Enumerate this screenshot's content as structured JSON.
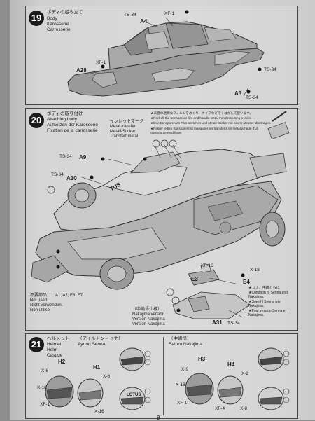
{
  "step19": {
    "number": "19",
    "title_jp": "ボディの組み立て",
    "title_en": "Body",
    "title_de": "Karosserie",
    "title_fr": "Carrosserie",
    "parts": {
      "a4": "A4",
      "a28": "A28",
      "a3": "A3",
      "ts34a": "TS-34",
      "ts34b": "TS-34",
      "ts34c": "TS-34",
      "xf1a": "XF-1",
      "xf1b": "XF-1"
    }
  },
  "step20": {
    "number": "20",
    "title_jp": "ボディの取り付け",
    "title_en": "Attaching body",
    "title_de": "Aufsetzen der Karosserie",
    "title_fr": "Fixation de la carrosserie",
    "inlet_jp": "インレットマーク",
    "inlet_en": "Metal transfer",
    "inlet_de": "Metall-Sticker",
    "inlet_fr": "Transfert métal",
    "note_jp": "★表面の透明なフィルムをめくり、ナイフなどで十はがして使います。",
    "note_en": "★Peel off the transparent film and handle metal transfers using a knife.",
    "note_de": "★Den transparenten Film abziehen und Metall-Sticker mit einem Messer übertragen.",
    "note_fr": "★Retirer le film transparent et manipuler les transferts en métal à l'aide d'un couteau de modéliste.",
    "parts": {
      "a9": "A9",
      "a10": "A10",
      "e3": "E3",
      "e4": "E4",
      "a31": "A31",
      "ts34a": "TS-34",
      "ts34b": "TS-34",
      "ts34c": "TS-34",
      "xf16": "XF-16",
      "x18": "X-18",
      "decal": "TUS"
    },
    "unused_jp": "不要部品……A1, A2, E6, E7",
    "unused_en": "Not used.",
    "unused_de": "Nicht verwenden.",
    "unused_fr": "Non utilisé.",
    "nak_jp": "（中嶋悟仕様）",
    "nak_en": "Nakajima version",
    "nak_de": "Version Nakajima",
    "nak_fr": "Version Nakajima",
    "senna_jp": "★セナ、中嶋ともに",
    "senna_en": "★Common to Senna and Nakajima.",
    "senna_de": "★Sowohl Senna wie Nakajima.",
    "senna_fr": "★Pour version Senna et Nakajima."
  },
  "step21": {
    "number": "21",
    "title_jp": "ヘルメット",
    "title_en": "Helmet",
    "title_de": "Helm",
    "title_fr": "Casque",
    "senna_jp": "（アイルトン・セナ）",
    "senna_en": "Ayrton Senna",
    "nakajima_jp": "（中嶋悟）",
    "nakajima_en": "Satoru Nakajima",
    "parts": {
      "h1": "H1",
      "h2": "H2",
      "h3": "H3",
      "h4": "H4",
      "x6a": "X-6",
      "x6b": "X-6",
      "x18a": "X-18",
      "x18b": "X-18",
      "xf1a": "XF-1",
      "xf1b": "XF-1",
      "x16": "X-16",
      "x2": "X-2",
      "x9": "X-9",
      "xf4": "XF-4",
      "x8": "X-8",
      "lotus": "LOTUS"
    }
  },
  "page_number": "9",
  "colors": {
    "paper": "#d4d4d4",
    "ink": "#222222",
    "badge": "#1b1b1b"
  }
}
